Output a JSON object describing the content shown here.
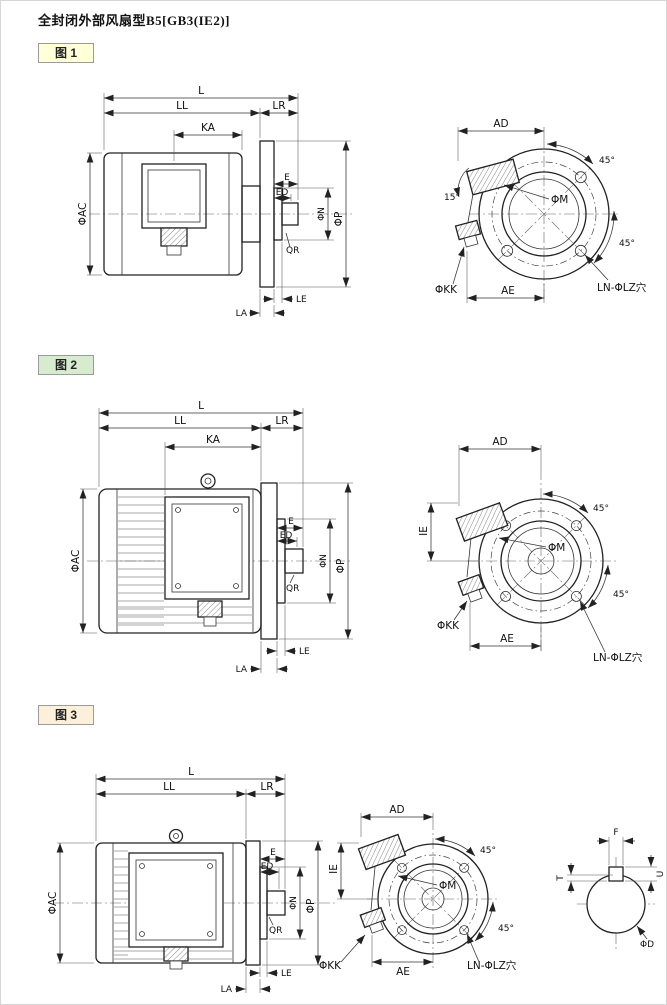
{
  "page": {
    "title": "全封闭外部风扇型B5[GB3(IE2)]"
  },
  "colors": {
    "tab1_bg": "#ffffd8",
    "tab2_bg": "#d7eccf",
    "tab3_bg": "#fcf0da",
    "line": "#222222"
  },
  "figures": [
    {
      "label": "图 1",
      "dims": {
        "L": "L",
        "LL": "LL",
        "LR": "LR",
        "KA": "KA",
        "AC": "ΦAC",
        "E": "E",
        "ED": "ED",
        "N": "ΦN",
        "P": "ΦP",
        "QR": "QR",
        "LE": "LE",
        "LA": "LA"
      },
      "front": {
        "AD": "AD",
        "AE": "AE",
        "M": "ΦM",
        "KK": "ΦKK",
        "LZ": "LN-ΦLZ穴",
        "angle15": "15°",
        "angle45_top": "45°",
        "angle45_bottom": "45°"
      }
    },
    {
      "label": "图 2",
      "dims": {
        "L": "L",
        "LL": "LL",
        "LR": "LR",
        "KA": "KA",
        "AC": "ΦAC",
        "E": "E",
        "ED": "ED",
        "N": "ΦN",
        "P": "ΦP",
        "QR": "QR",
        "LE": "LE",
        "LA": "LA"
      },
      "front": {
        "AD": "AD",
        "AE": "AE",
        "IE": "IE",
        "M": "ΦM",
        "KK": "ΦKK",
        "LZ": "LN-ΦLZ穴",
        "angle45_top": "45°",
        "angle45_bottom": "45°"
      }
    },
    {
      "label": "图 3",
      "dims": {
        "L": "L",
        "LL": "LL",
        "LR": "LR",
        "AC": "ΦAC",
        "E": "E",
        "ED": "ED",
        "N": "ΦN",
        "P": "ΦP",
        "QR": "QR",
        "LE": "LE",
        "LA": "LA"
      },
      "front": {
        "AD": "AD",
        "AE": "AE",
        "IE": "IE",
        "M": "ΦM",
        "KK": "ΦKK",
        "LZ": "LN-ΦLZ穴",
        "angle45_top": "45°",
        "angle45_bottom": "45°"
      },
      "shaft": {
        "F": "F",
        "T": "T",
        "U": "U",
        "D": "ΦD"
      }
    }
  ]
}
